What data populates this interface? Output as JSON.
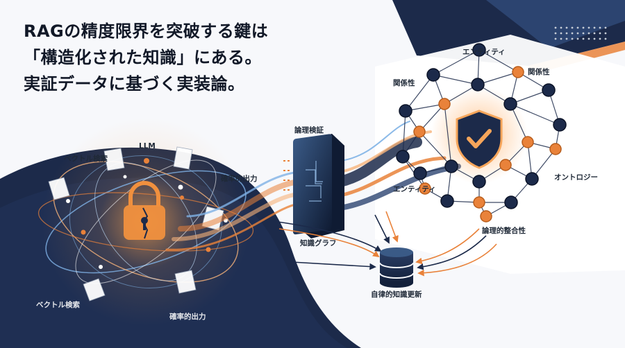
{
  "headline": {
    "line1": "RAGの精度限界を突破する鍵は",
    "line2": "「構造化された知識」にある。",
    "line3": "実証データに基づく実装論。"
  },
  "left_cluster": {
    "labels": {
      "vector_search_top": "ベクトル検索",
      "llm": "LLM",
      "prob_output_top": "確率的出力",
      "vector_search_bottom": "ベクトル検索",
      "prob_output_bottom": "確率的出力"
    }
  },
  "center": {
    "gate_label": "論理検証",
    "kg_label": "知識グラフ",
    "db_label": "自律的知識更新"
  },
  "graph": {
    "labels": {
      "entity_top": "エンティティ",
      "relation_left": "関係性",
      "relation_right": "関係性",
      "entity_bottom": "エンティティ",
      "ontology": "オントロジー",
      "consistency": "論理的整合性"
    }
  },
  "colors": {
    "navy": "#1c2a4a",
    "orange": "#e9823a",
    "light_orange": "#f6b37a",
    "blue_glow": "#7fb2e6"
  }
}
